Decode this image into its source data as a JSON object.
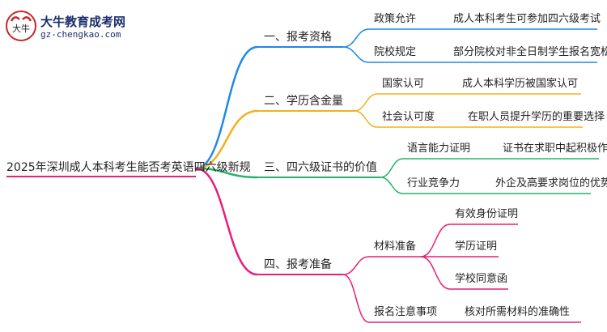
{
  "logo": {
    "title": "大牛教育成考网",
    "url": "gz-chengkao.com",
    "mark": "大牛"
  },
  "root": {
    "label": "2025年深圳成人本科考生能否考英语四六级新规"
  },
  "branches": [
    {
      "label": "一、报考资格",
      "color": "#1e88e5",
      "children": [
        {
          "label": "政策允许",
          "leaf": "成人本科考生可参加四六级考试"
        },
        {
          "label": "院校规定",
          "leaf": "部分院校对非全日制学生报名宽松"
        }
      ]
    },
    {
      "label": "二、学历含金量",
      "color": "#f2b01e",
      "children": [
        {
          "label": "国家认可",
          "leaf": "成人本科学历被国家认可"
        },
        {
          "label": "社会认可度",
          "leaf": "在职人员提升学历的重要选择"
        }
      ]
    },
    {
      "label": "三、四六级证书的价值",
      "color": "#26b36b",
      "children": [
        {
          "label": "语言能力证明",
          "leaf": "证书在求职中起积极作用"
        },
        {
          "label": "行业竞争力",
          "leaf": "外企及高要求岗位的优势"
        }
      ]
    },
    {
      "label": "四、报考准备",
      "color": "#e91e77",
      "children": [
        {
          "label": "材料准备",
          "subitems": [
            "有效身份证明",
            "学历证明",
            "学校同意函"
          ]
        },
        {
          "label": "报名注意事项",
          "leaf": "核对所需材料的准确性"
        }
      ]
    }
  ]
}
